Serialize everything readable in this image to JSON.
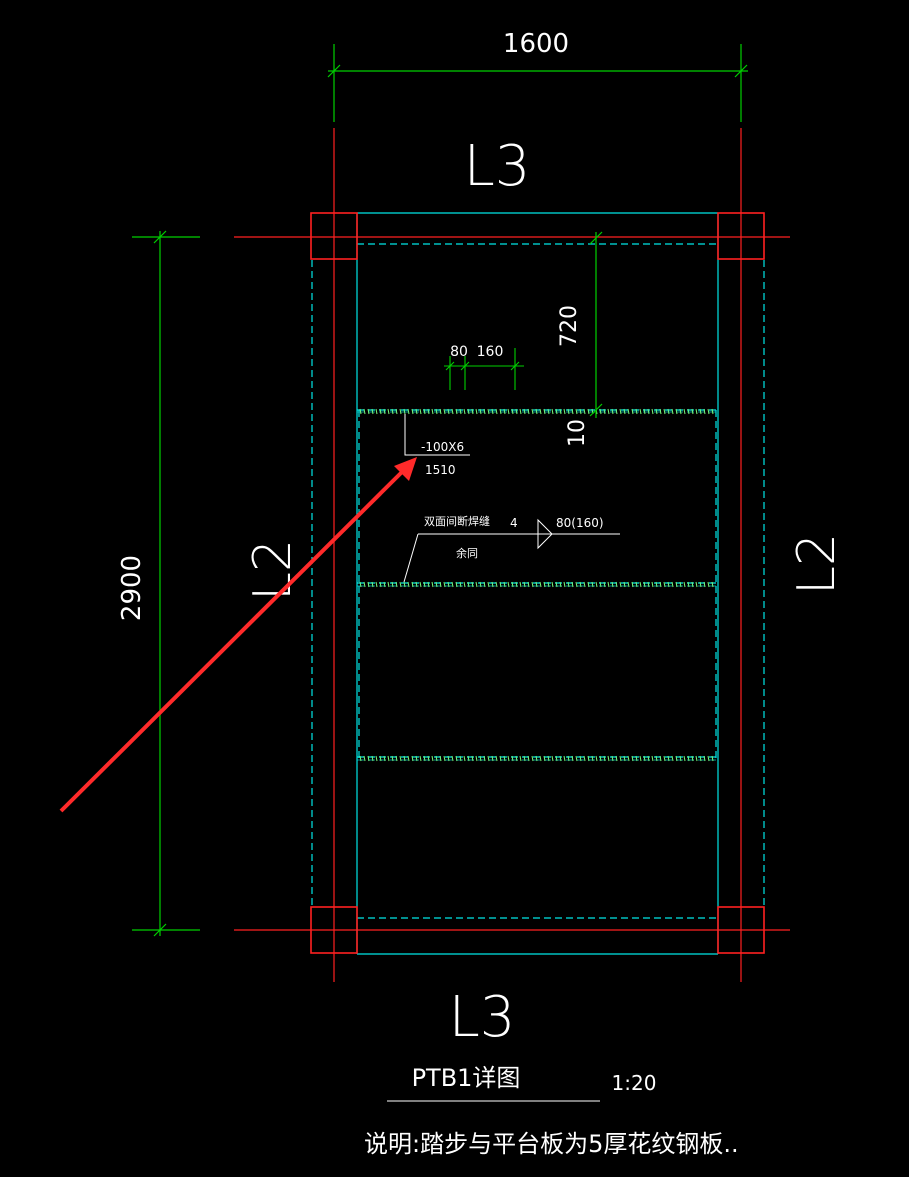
{
  "colors": {
    "background": "#000000",
    "dimension": "#00d000",
    "axis": "#ff2020",
    "outline": "#00e5e5",
    "text": "#ffffff",
    "arrow": "#ff2a2a",
    "weld": "#7cfc7c"
  },
  "dimensions": {
    "width_top": "1600",
    "height_left": "2900",
    "offset_720": "720",
    "small_80": "80",
    "small_160": "160",
    "gap_10": "10"
  },
  "beams": {
    "top": "L3",
    "bottom": "L3",
    "left": "L2",
    "right": "L2"
  },
  "annotations": {
    "plate_spec": "-100X6",
    "plate_length": "1510",
    "weld_left": "双面间断焊缝",
    "weld_left_sub": "余同",
    "weld_size": "4",
    "weld_spacing": "80(160)"
  },
  "title": {
    "name": "PTB1详图",
    "scale": "1:20",
    "note": "说明:踏步与平台板为5厚花纹钢板.."
  }
}
